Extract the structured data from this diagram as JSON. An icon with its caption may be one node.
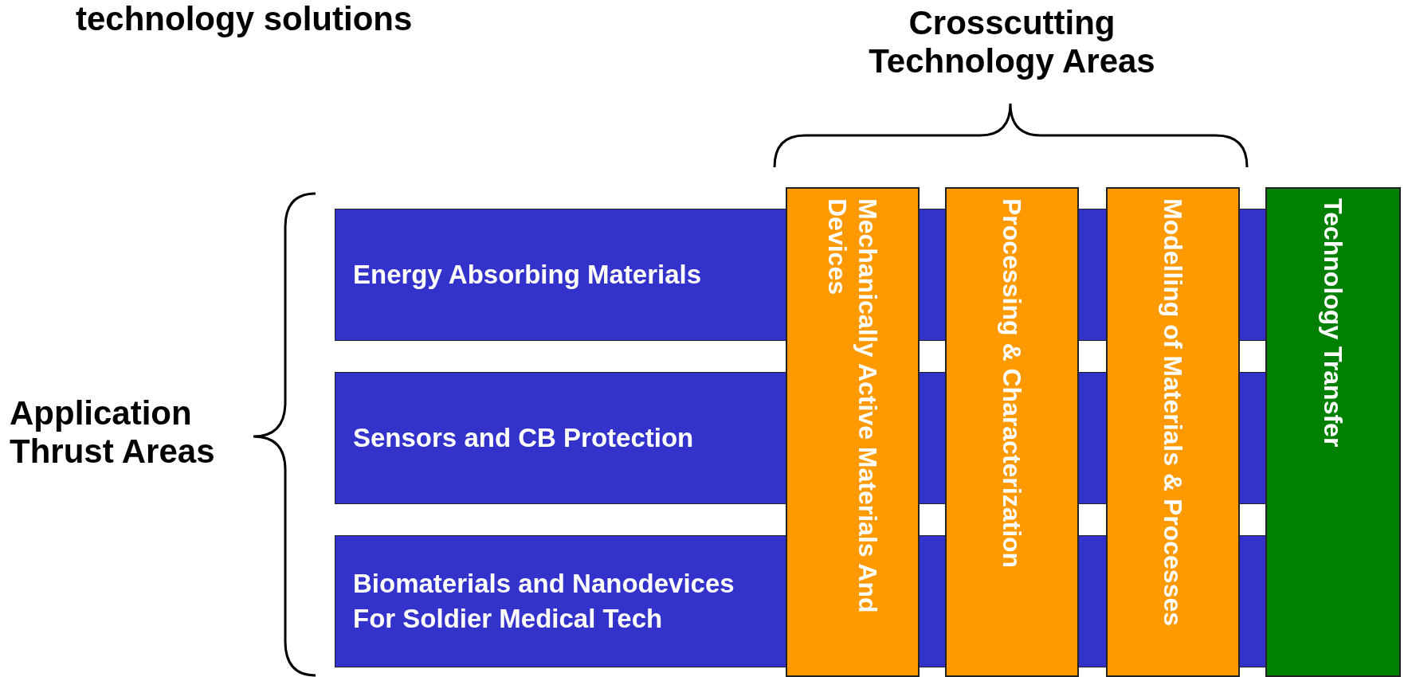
{
  "diagram": {
    "nodes": [
      {
        "text": [
          "Energy Absorbing Materials"
        ]
      },
      {
        "text": [
          "Sensors and CB Protection"
        ]
      },
      {
        "text": [
          "Biomaterials and Nanodevices For Soldier Medical Tech"
        ]
      },
      {
        "text": [
          "Mechanically Active Materials And Devices"
        ]
      },
      {
        "text": [
          "Processing & Characterization"
        ]
      },
      {
        "text": [
          "Modelling of Materials & Processes"
        ]
      },
      {
        "text": [
          "Technology Transfer"
        ]
      }
    ],
    "labels": [
      "technology solutions",
      "Crosscutting Technology Areas",
      "Application Thrust Areas"
    ]
  }
}
